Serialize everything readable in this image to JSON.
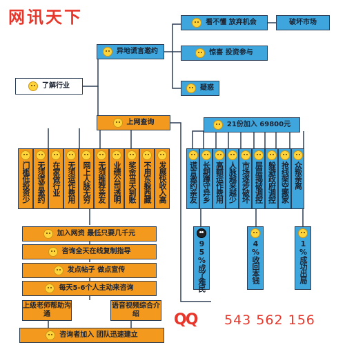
{
  "brand_title": "网讯天下",
  "root": "了解行业",
  "branch_a": "异地谎言邀约",
  "a_children": [
    "看不懂 放弃机会",
    "惊喜 投资参与",
    "疑惑"
  ],
  "a_child_end": "破坏市场",
  "branch_b": "上网查询",
  "b_reasons": [
    "门槛低投资少",
    "无须谎言邀约",
    "在家做行业",
    "无须运作费用",
    "网上人脉无穷",
    "无须推荐亲友",
    "业绩公司透明",
    "奖金当天到账",
    "不用东躲西藏",
    "发展快收入高"
  ],
  "b_steps": [
    "加入网资 最低只要几千元",
    "咨询全天在线复制指导",
    "发点帖子  做点宣传",
    "每天5-6个人主动来咨询"
  ],
  "b_bottom_pair": [
    "上级老师帮助沟通",
    "语音视频综合介绍"
  ],
  "b_final": "咨询者加入  团队迅速建立",
  "branch_c": "21份加入 69800元",
  "c_problems": [
    "谎言邀约亲友",
    "长期蹲守异乡",
    "高额运作费用",
    "人脉越来越少",
    "市场逐步破坏",
    "层层揭破调控",
    "躲避政府调控",
    "抢线架空搬家",
    "众叛亲离"
  ],
  "c_outcomes": [
    "95%成了难民",
    "4%收回本钱",
    "1%成功出局"
  ],
  "contact_qq": "543 562 156",
  "qq_label": "QQ",
  "colors": {
    "blue": "#3fa6dd",
    "orange": "#f39a1e",
    "red": "#e8362a",
    "line": "#2a3d55"
  }
}
